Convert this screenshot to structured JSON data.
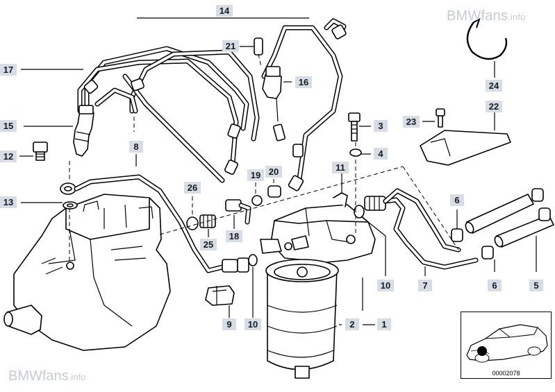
{
  "watermarks": {
    "top_brand": "BMWfans",
    "top_suffix": ".info",
    "bottom_brand": "BMWfans",
    "bottom_suffix": ".info"
  },
  "inset": {
    "code": "00002078"
  },
  "callouts": {
    "c14": "14",
    "c17": "17",
    "c21": "21",
    "c16": "16",
    "c15": "15",
    "c12": "12",
    "c8": "8",
    "c13": "13",
    "c26": "26",
    "c19": "19",
    "c20": "20",
    "c11": "11",
    "c3": "3",
    "c4": "4",
    "c23": "23",
    "c22": "22",
    "c24": "24",
    "c6a": "6",
    "c6b": "6",
    "c25": "25",
    "c18": "18",
    "c9": "9",
    "c10a": "10",
    "c10b": "10",
    "c7": "7",
    "c5": "5",
    "c2": "2",
    "c1": "1"
  }
}
